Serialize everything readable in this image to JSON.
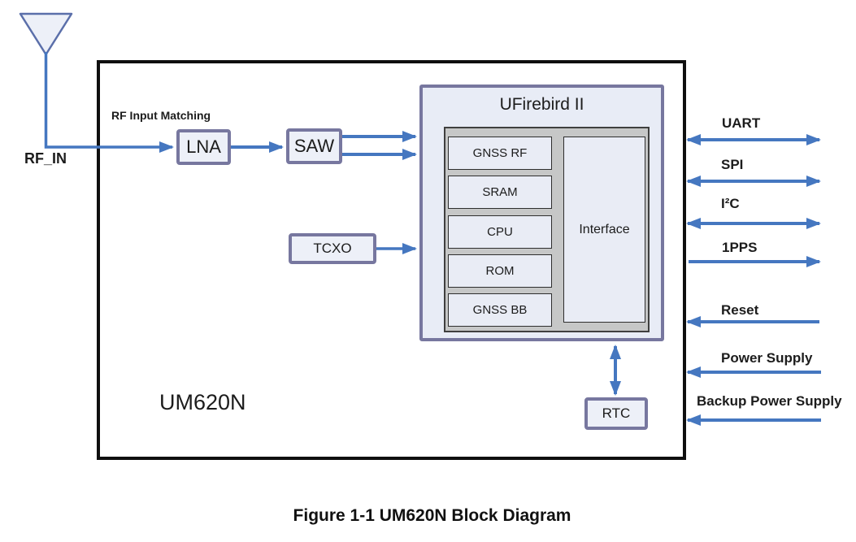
{
  "figure": {
    "caption": "Figure 1-1 UM620N Block Diagram"
  },
  "diagram": {
    "module_label": "UM620N",
    "antenna": {
      "pin_label": "RF_IN",
      "matching_label": "RF Input Matching"
    },
    "blocks": {
      "lna": "LNA",
      "saw": "SAW",
      "tcxo": "TCXO",
      "rtc": "RTC"
    },
    "chip": {
      "title": "UFirebird II",
      "core_blocks": [
        "GNSS RF",
        "SRAM",
        "CPU",
        "ROM",
        "GNSS BB"
      ],
      "interface_label": "Interface"
    },
    "ports": [
      {
        "label": "UART",
        "direction": "bidirectional"
      },
      {
        "label": "SPI",
        "direction": "bidirectional"
      },
      {
        "label": "I²C",
        "direction": "bidirectional"
      },
      {
        "label": "1PPS",
        "direction": "output"
      },
      {
        "label": "Reset",
        "direction": "input"
      },
      {
        "label": "Power Supply",
        "direction": "input"
      },
      {
        "label": "Backup Power Supply",
        "direction": "input"
      }
    ],
    "colors": {
      "arrow": "#4577c0",
      "block_border": "#77779f",
      "block_fill": "#edf0f8",
      "chip_fill": "#e8ecf6",
      "core_area_fill": "#c6c7c7",
      "antenna_stroke": "#5b6faa",
      "outer_border": "#0f0f0f"
    }
  }
}
